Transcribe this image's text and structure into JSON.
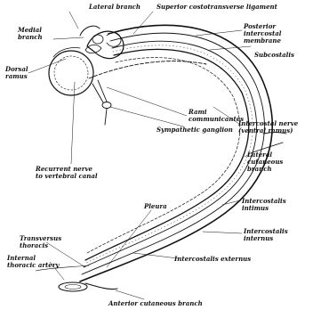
{
  "colors": {
    "ink": "#111111",
    "paper": "#ffffff"
  },
  "labels": {
    "lateral_branch": "Lateral branch",
    "superior_costotransverse_ligament": "Superior costotransverse ligament",
    "medial_branch": "Medial\nbranch",
    "posterior_intercostal_membrane": "Posterior\nintercostal\nmembrane",
    "subcostalis": "Subcostalis",
    "dorsal_ramus": "Dorsal\nramus",
    "rami_communicantes": "Rami\ncommunicantes",
    "sympathetic_ganglion": "Sympathetic ganglion",
    "intercostal_nerve": "Intercostal nerve\n(ventral ramus)",
    "recurrent_nerve": "Recurrent nerve\nto vertebral canal",
    "lateral_cutaneous_branch": "Lateral\ncutaneous\nbranch",
    "pleura": "Pleura",
    "intercostalis_intimus": "Intercostalis\nintimus",
    "transversus_thoracis": "Transversus\nthoracis",
    "intercostalis_internus": "Intercostalis\ninternus",
    "internal_thoracic_artery": "Internal\nthoracic artery",
    "intercostalis_externus": "Intercostalis externus",
    "anterior_cutaneous_branch": "Anterior cutaneous branch"
  }
}
